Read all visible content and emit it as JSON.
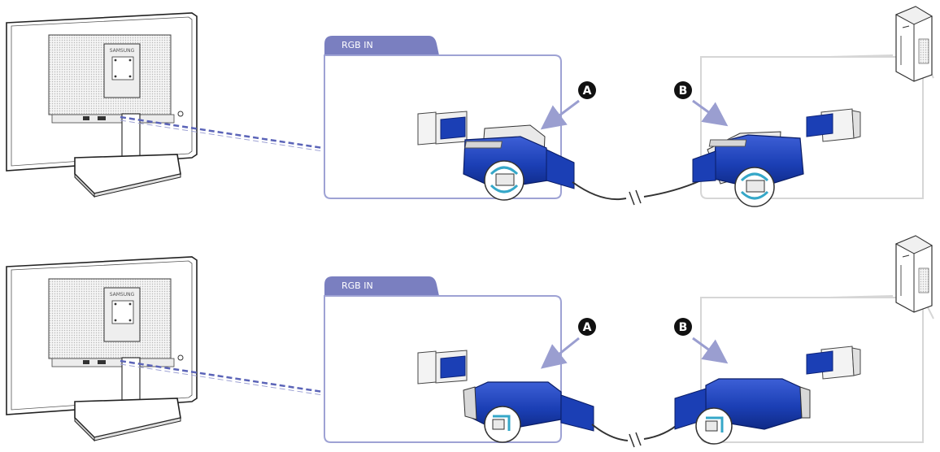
{
  "panels": [
    {
      "id": "top",
      "port_tab": "RGB IN",
      "brand": "SAMSUNG",
      "callout_a": "A",
      "callout_b": "B",
      "connector_style": "screw",
      "colors": {
        "tab": "#7a7fc0",
        "connector": "#1b3fb5",
        "dashed_line": "#5b64b8",
        "arrow": "#9a9ed0"
      }
    },
    {
      "id": "bottom",
      "port_tab": "RGB IN",
      "brand": "SAMSUNG",
      "callout_a": "A",
      "callout_b": "B",
      "connector_style": "clip",
      "colors": {
        "tab": "#7a7fc0",
        "connector": "#1b3fb5",
        "dashed_line": "#5b64b8",
        "arrow": "#9a9ed0"
      }
    }
  ]
}
